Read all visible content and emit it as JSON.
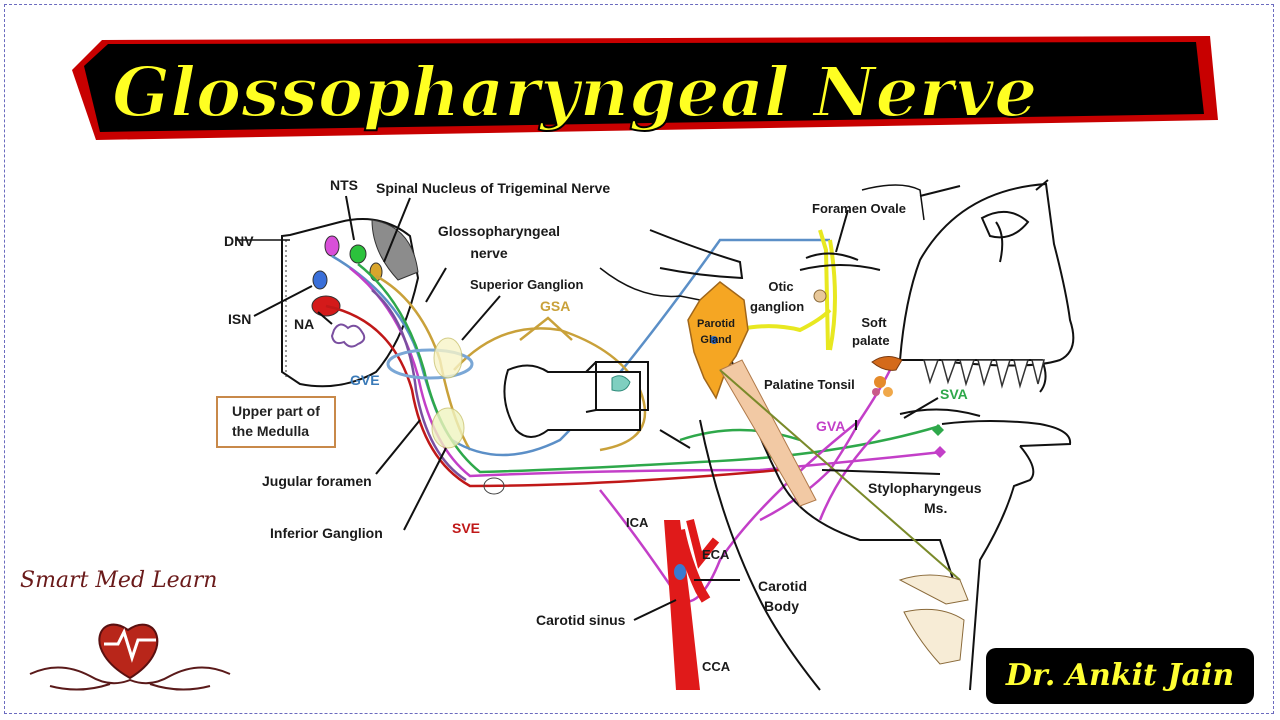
{
  "title": "Glossopharyngeal Nerve",
  "labels": {
    "nts": "NTS",
    "spinal_nucleus": "Spinal Nucleus of Trigeminal Nerve",
    "dnv": "DNV",
    "glosso_nerve_line1": "Glossopharyngeal",
    "glosso_nerve_line2": "nerve",
    "superior_ganglion": "Superior Ganglion",
    "isn": "ISN",
    "na": "NA",
    "gsa": "GSA",
    "gve": "GVE",
    "upper_medulla_line1": "Upper part of",
    "upper_medulla_line2": "the Medulla",
    "jugular_foramen": "Jugular foramen",
    "inferior_ganglion": "Inferior Ganglion",
    "sve": "SVE",
    "foramen_ovale": "Foramen Ovale",
    "otic_line1": "Otic",
    "otic_line2": "ganglion",
    "parotid_line1": "Parotid",
    "parotid_line2": "Gland",
    "soft_palate_line1": "Soft",
    "soft_palate_line2": "palate",
    "palatine_tonsil": "Palatine Tonsil",
    "sva": "SVA",
    "gva": "GVA",
    "stylo_line1": "Stylopharyngeus",
    "stylo_line2": "Ms.",
    "ica": "ICA",
    "eca": "ECA",
    "carotid_body_line1": "Carotid",
    "carotid_body_line2": "Body",
    "carotid_sinus": "Carotid sinus",
    "cca": "CCA"
  },
  "branding": {
    "logo_text": "Smart Med Learn",
    "author": "Dr. Ankit Jain"
  },
  "colors": {
    "title_fill": "#ffff22",
    "title_shadow": "#d40000",
    "gsa": "#c9a13a",
    "gve": "#5b8fc7",
    "sva": "#2ea84a",
    "gva": "#c33fc8",
    "sve": "#c01818",
    "nts": "#2cc23c",
    "dnv": "#d94fd9",
    "isn": "#3a6fd9",
    "parotid": "#f5a623",
    "otic_ganglion_nerve": "#e8e820",
    "vessels": "#e01a1a",
    "stylopharyngeus": "#f2c9a4"
  }
}
